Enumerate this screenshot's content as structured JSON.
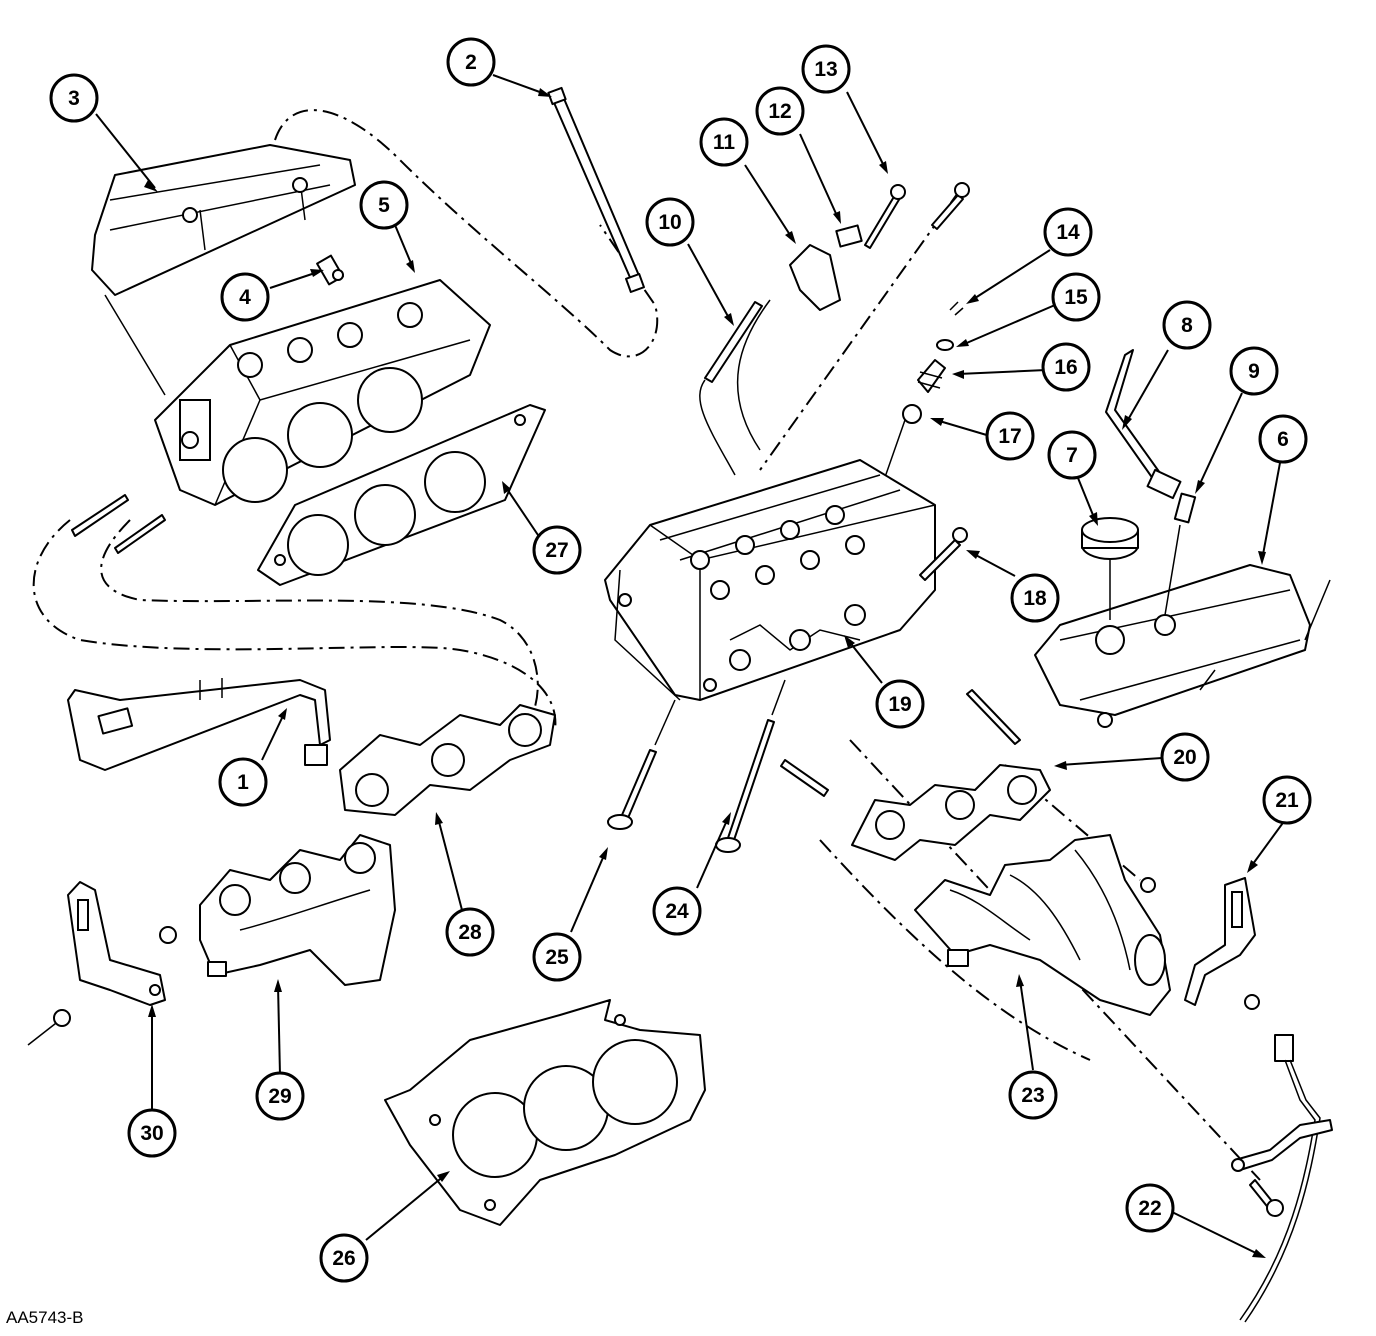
{
  "figure_id": "AA5743-B",
  "callouts": [
    {
      "num": "1"
    },
    {
      "num": "2"
    },
    {
      "num": "3"
    },
    {
      "num": "4"
    },
    {
      "num": "5"
    },
    {
      "num": "6"
    },
    {
      "num": "7"
    },
    {
      "num": "8"
    },
    {
      "num": "9"
    },
    {
      "num": "10"
    },
    {
      "num": "11"
    },
    {
      "num": "12"
    },
    {
      "num": "13"
    },
    {
      "num": "14"
    },
    {
      "num": "15"
    },
    {
      "num": "16"
    },
    {
      "num": "17"
    },
    {
      "num": "18"
    },
    {
      "num": "19"
    },
    {
      "num": "20"
    },
    {
      "num": "21"
    },
    {
      "num": "22"
    },
    {
      "num": "23"
    },
    {
      "num": "24"
    },
    {
      "num": "25"
    },
    {
      "num": "26"
    },
    {
      "num": "27"
    },
    {
      "num": "28"
    },
    {
      "num": "29"
    },
    {
      "num": "30"
    }
  ]
}
